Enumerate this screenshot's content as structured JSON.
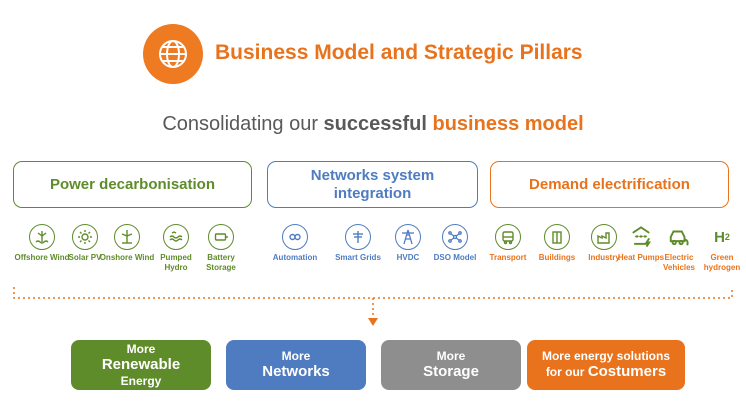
{
  "header": {
    "title": "Business Model and Strategic Pillars"
  },
  "subtitle": {
    "part1": "Consolidating our ",
    "part2": "successful",
    "part3": " business model"
  },
  "pillars": [
    {
      "label": "Power decarbonisation"
    },
    {
      "label": "Networks system integration"
    },
    {
      "label": "Demand electrification"
    }
  ],
  "items": {
    "power": [
      {
        "label": "Offshore Wind",
        "icon": "offshore-wind-icon"
      },
      {
        "label": "Solar PV",
        "icon": "sun-icon"
      },
      {
        "label": "Onshore Wind",
        "icon": "wind-turbine-icon"
      },
      {
        "label": "Pumped Hydro",
        "icon": "water-wave-icon"
      },
      {
        "label": "Battery Storage",
        "icon": "battery-icon"
      }
    ],
    "networks": [
      {
        "label": "Automation",
        "icon": "automation-icon"
      },
      {
        "label": "Smart Grids",
        "icon": "power-pole-icon"
      },
      {
        "label": "HVDC",
        "icon": "transmission-tower-icon"
      },
      {
        "label": "DSO Model",
        "icon": "network-nodes-icon"
      }
    ],
    "demand": [
      {
        "label": "Transport",
        "icon": "bus-icon"
      },
      {
        "label": "Buildings",
        "icon": "building-icon"
      },
      {
        "label": "Industry",
        "icon": "factory-icon"
      },
      {
        "label": "Heat Pumps",
        "icon": "heat-pump-icon"
      },
      {
        "label": "Electric Vehicles",
        "icon": "electric-car-icon"
      },
      {
        "label": "Green hydrogen",
        "icon": "h2",
        "icon_text": "H",
        "icon_sub": "2"
      }
    ]
  },
  "outcomes": [
    {
      "small": "More",
      "large": "Renewable",
      "small2": "Energy"
    },
    {
      "small": "More",
      "large": "Networks"
    },
    {
      "small": "More",
      "large": "Storage"
    },
    {
      "small": "More energy solutions",
      "small2": "for our ",
      "large": "Costumers"
    }
  ],
  "colors": {
    "orange": "#e8731c",
    "green": "#5f8c2a",
    "blue": "#4f7cc0",
    "gray": "#8e8e8e",
    "text": "#595959"
  }
}
